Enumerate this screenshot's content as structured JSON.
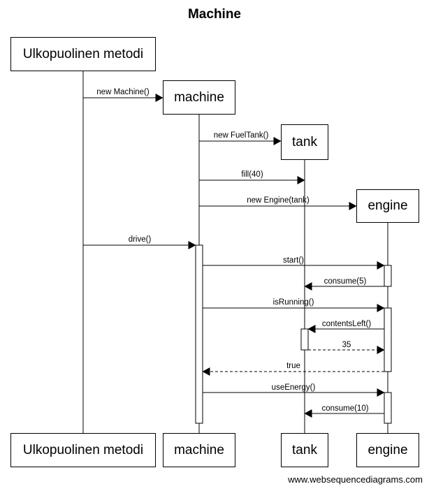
{
  "diagram": {
    "title": "Machine",
    "participants": {
      "outside": "Ulkopuolinen metodi",
      "machine": "machine",
      "tank": "tank",
      "engine": "engine"
    },
    "messages": {
      "m1": "new Machine()",
      "m2": "new FuelTank()",
      "m3": "fill(40)",
      "m4": "new Engine(tank)",
      "m5": "drive()",
      "m6": "start()",
      "m7": "consume(5)",
      "m8": "isRunning()",
      "m9": "contentsLeft()",
      "m10": "35",
      "m11": "true",
      "m12": "useEnergy()",
      "m13": "consume(10)"
    },
    "footer": "www.websequencediagrams.com"
  }
}
